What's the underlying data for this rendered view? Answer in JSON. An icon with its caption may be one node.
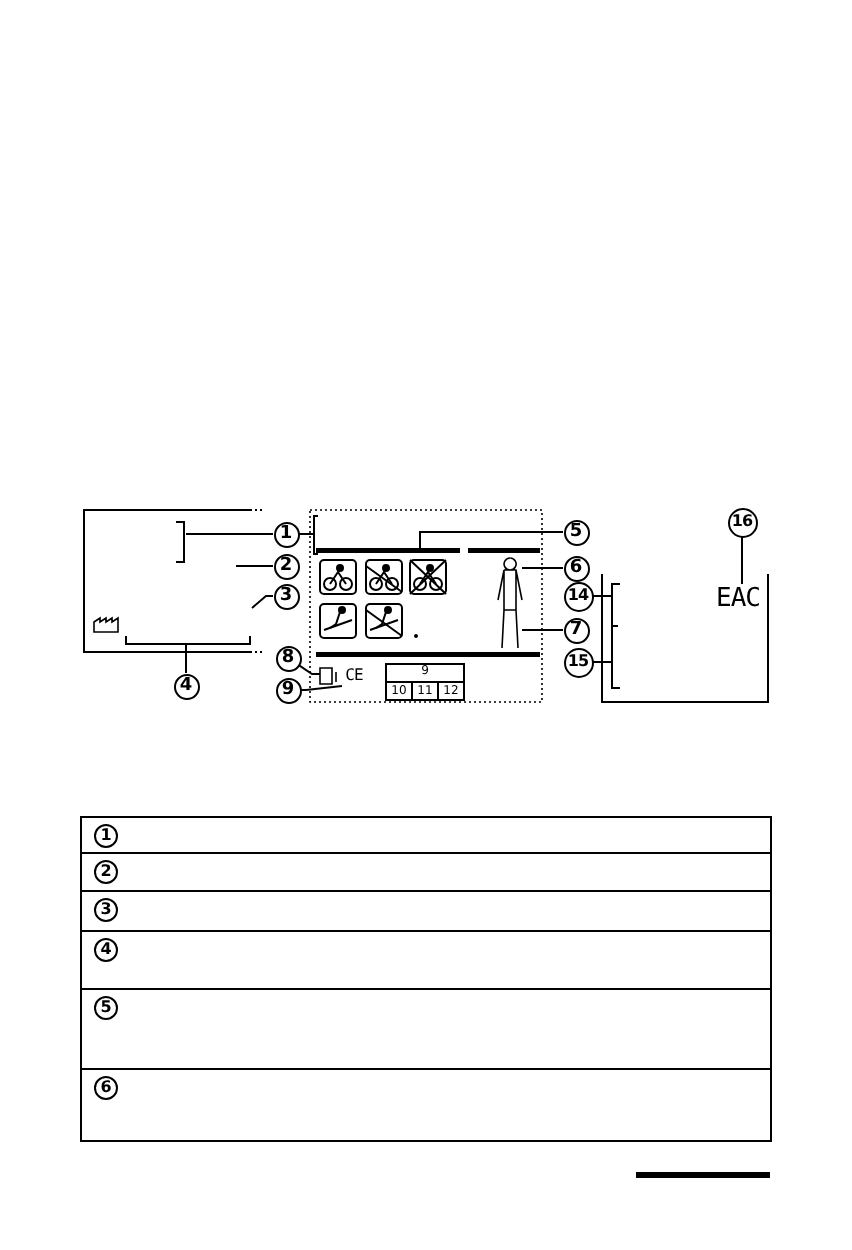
{
  "diagram": {
    "nodes": [
      {
        "text": [
          "1"
        ]
      },
      {
        "text": [
          "2"
        ]
      },
      {
        "text": [
          "3"
        ]
      },
      {
        "text": [
          "4"
        ]
      },
      {
        "text": [
          "5"
        ]
      },
      {
        "text": [
          "6"
        ]
      },
      {
        "text": [
          "7"
        ]
      },
      {
        "text": [
          "8"
        ]
      },
      {
        "text": [
          "9"
        ]
      },
      {
        "text": [
          "14"
        ]
      },
      {
        "text": [
          "15"
        ]
      },
      {
        "text": [
          "16"
        ]
      },
      {
        "text": [
          "CE"
        ]
      },
      {
        "text": [
          "EAC"
        ]
      },
      {
        "text": [],
        "shape": "bar"
      },
      {
        "text": [],
        "shape": "book"
      },
      {
        "text": [],
        "shape": "person"
      }
    ],
    "edges": [
      {
        "from": 0,
        "to": null,
        "arrow": "none"
      },
      {
        "from": 0,
        "to": null,
        "arrow": "none"
      },
      {
        "from": 1,
        "to": null,
        "arrow": "none"
      },
      {
        "from": 2,
        "to": null,
        "arrow": "none"
      },
      {
        "from": 3,
        "to": null,
        "arrow": "none"
      },
      {
        "from": 4,
        "to": 14,
        "arrow": "none"
      },
      {
        "from": 5,
        "to": 16,
        "arrow": "none"
      },
      {
        "from": 6,
        "to": 16,
        "arrow": "none"
      },
      {
        "from": 7,
        "to": 15,
        "arrow": "none"
      },
      {
        "from": 8,
        "to": 12,
        "arrow": "none"
      },
      {
        "from": 9,
        "to": null,
        "arrow": "none"
      },
      {
        "from": 10,
        "to": null,
        "arrow": "none"
      },
      {
        "from": 11,
        "to": 13,
        "arrow": "none"
      }
    ],
    "labels": [
      "9",
      "10",
      "11",
      "12",
      "1",
      "2",
      "3",
      "4",
      "5",
      "6"
    ]
  }
}
